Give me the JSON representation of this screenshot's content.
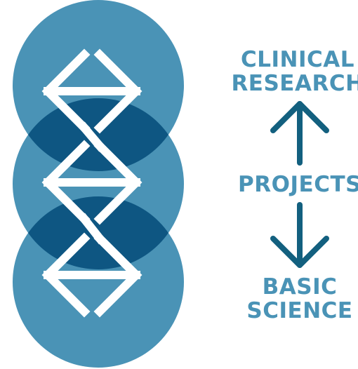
{
  "labels": {
    "top": {
      "line1": "CLINICAL",
      "line2": "RESEARCH"
    },
    "middle": "PROJECTS",
    "bottom": {
      "line1": "BASIC",
      "line2": "SCIENCE"
    }
  },
  "icons": {
    "logo": "dna-double-helix-circles-icon",
    "up": "arrow-up-icon",
    "down": "arrow-down-icon"
  },
  "colors": {
    "circle": "#4A93B6",
    "overlap": "#0E5682",
    "helix": "#FFFFFF",
    "text": "#4A93B6",
    "arrow": "#13607F"
  }
}
